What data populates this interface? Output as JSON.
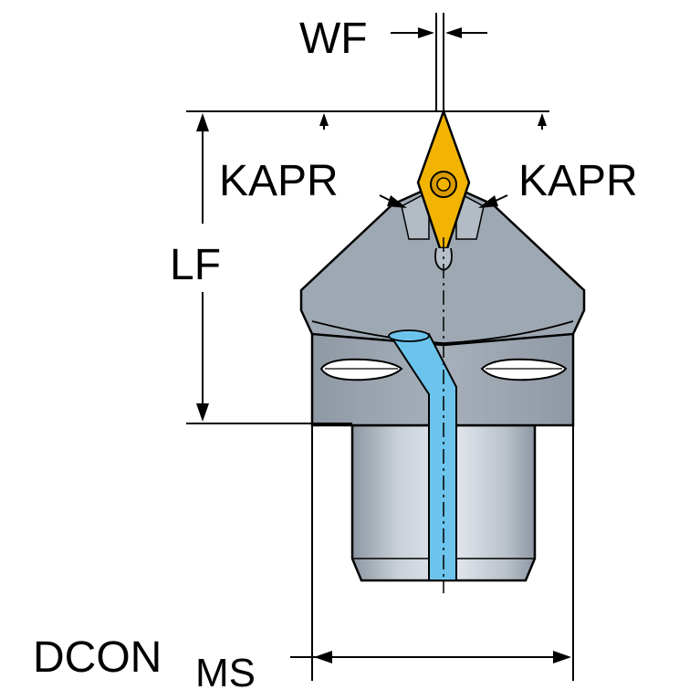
{
  "labels": {
    "wf": "WF",
    "kapr_left": "KAPR",
    "kapr_right": "KAPR",
    "lf": "LF",
    "dcon_main": "DCON",
    "dcon_sub": "MS"
  },
  "colors": {
    "body": "#9fa9b3",
    "body_dark": "#7d8791",
    "insert": "#f2b400",
    "coolant": "#6cc4ec",
    "cylinder_light": "#dde3ea",
    "cylinder_dark": "#8d97a2",
    "line": "#000000"
  }
}
